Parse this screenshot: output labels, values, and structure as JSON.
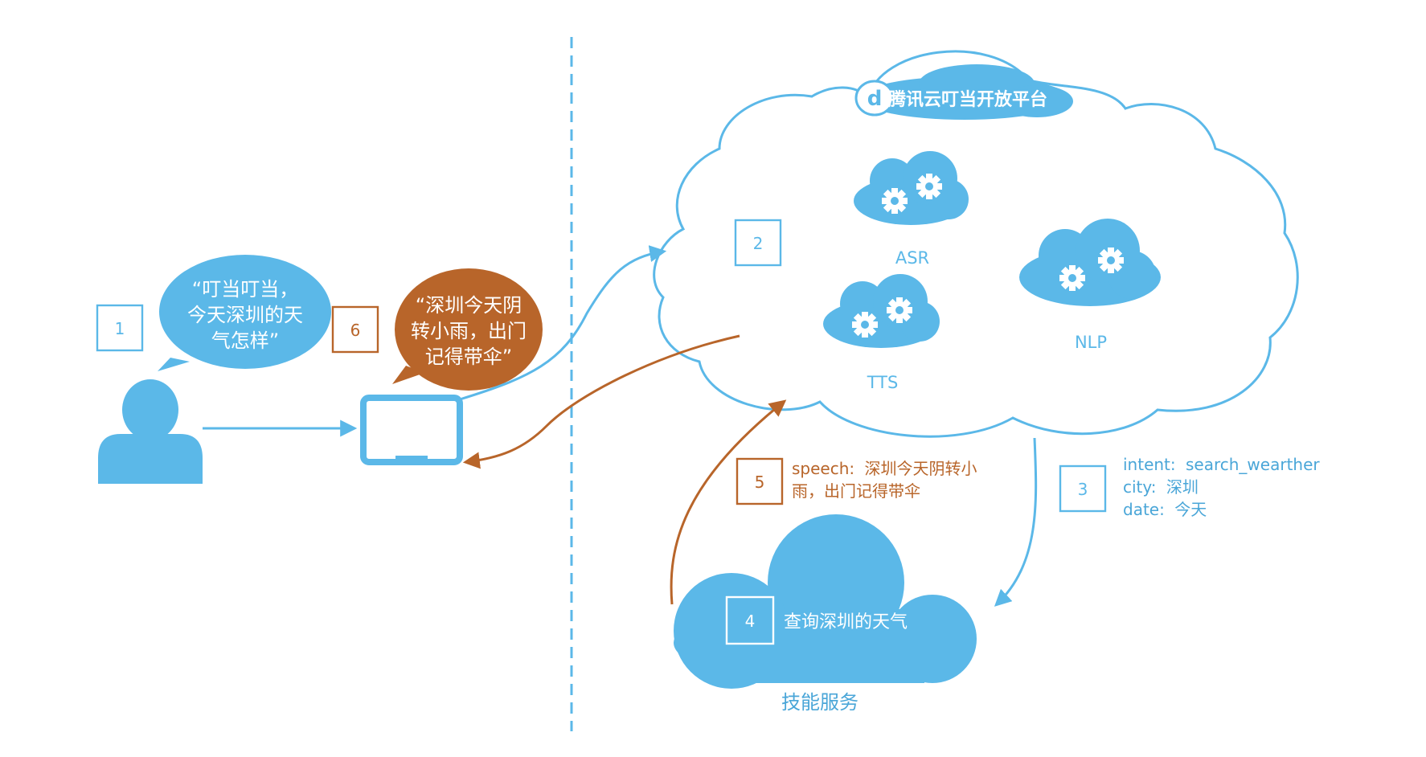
{
  "colors": {
    "accent_blue": "#5bb8e8",
    "accent_orange": "#b8652a",
    "background": "#ffffff"
  },
  "steps": {
    "s1": "1",
    "s2": "2",
    "s3": "3",
    "s4": "4",
    "s5": "5",
    "s6": "6"
  },
  "user_bubble": {
    "line1": "“叮当叮当，",
    "line2": "今天深圳的天",
    "line3": "气怎样”"
  },
  "device_bubble": {
    "line1": "“深圳今天阴",
    "line2": "转小雨，出门",
    "line3": "记得带伞”"
  },
  "platform": {
    "logo_letter": "d",
    "name": "腾讯云叮当开放平台"
  },
  "services": {
    "asr": "ASR",
    "tts": "TTS",
    "nlp": "NLP"
  },
  "intent_info": {
    "intent_key": "intent:",
    "intent_val": "search_wearther",
    "city_key": "city:",
    "city_val": "深圳",
    "date_key": "date:",
    "date_val": "今天"
  },
  "speech_info": {
    "key": "speech:",
    "line1_val": "深圳今天阴转小",
    "line2": "雨，出门记得带伞"
  },
  "skill": {
    "query": "查询深圳的天气",
    "label": "技能服务"
  }
}
